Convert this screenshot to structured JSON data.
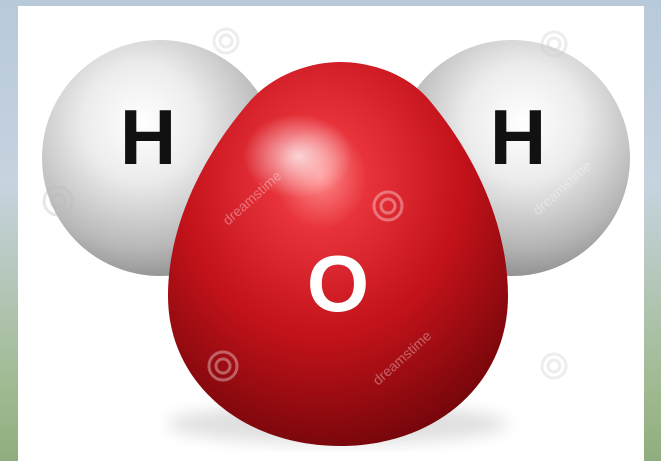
{
  "molecule": {
    "left_atom": {
      "symbol": "H",
      "color": "#d9d9d9"
    },
    "center_atom": {
      "symbol": "O",
      "color": "#c8141c"
    },
    "right_atom": {
      "symbol": "H",
      "color": "#d9d9d9"
    }
  },
  "watermark": {
    "text": "dreamstime"
  },
  "colors": {
    "hydrogen": "#d9d9d9",
    "oxygen": "#c8141c",
    "label_dark": "#111111",
    "label_light": "#ffffff"
  }
}
